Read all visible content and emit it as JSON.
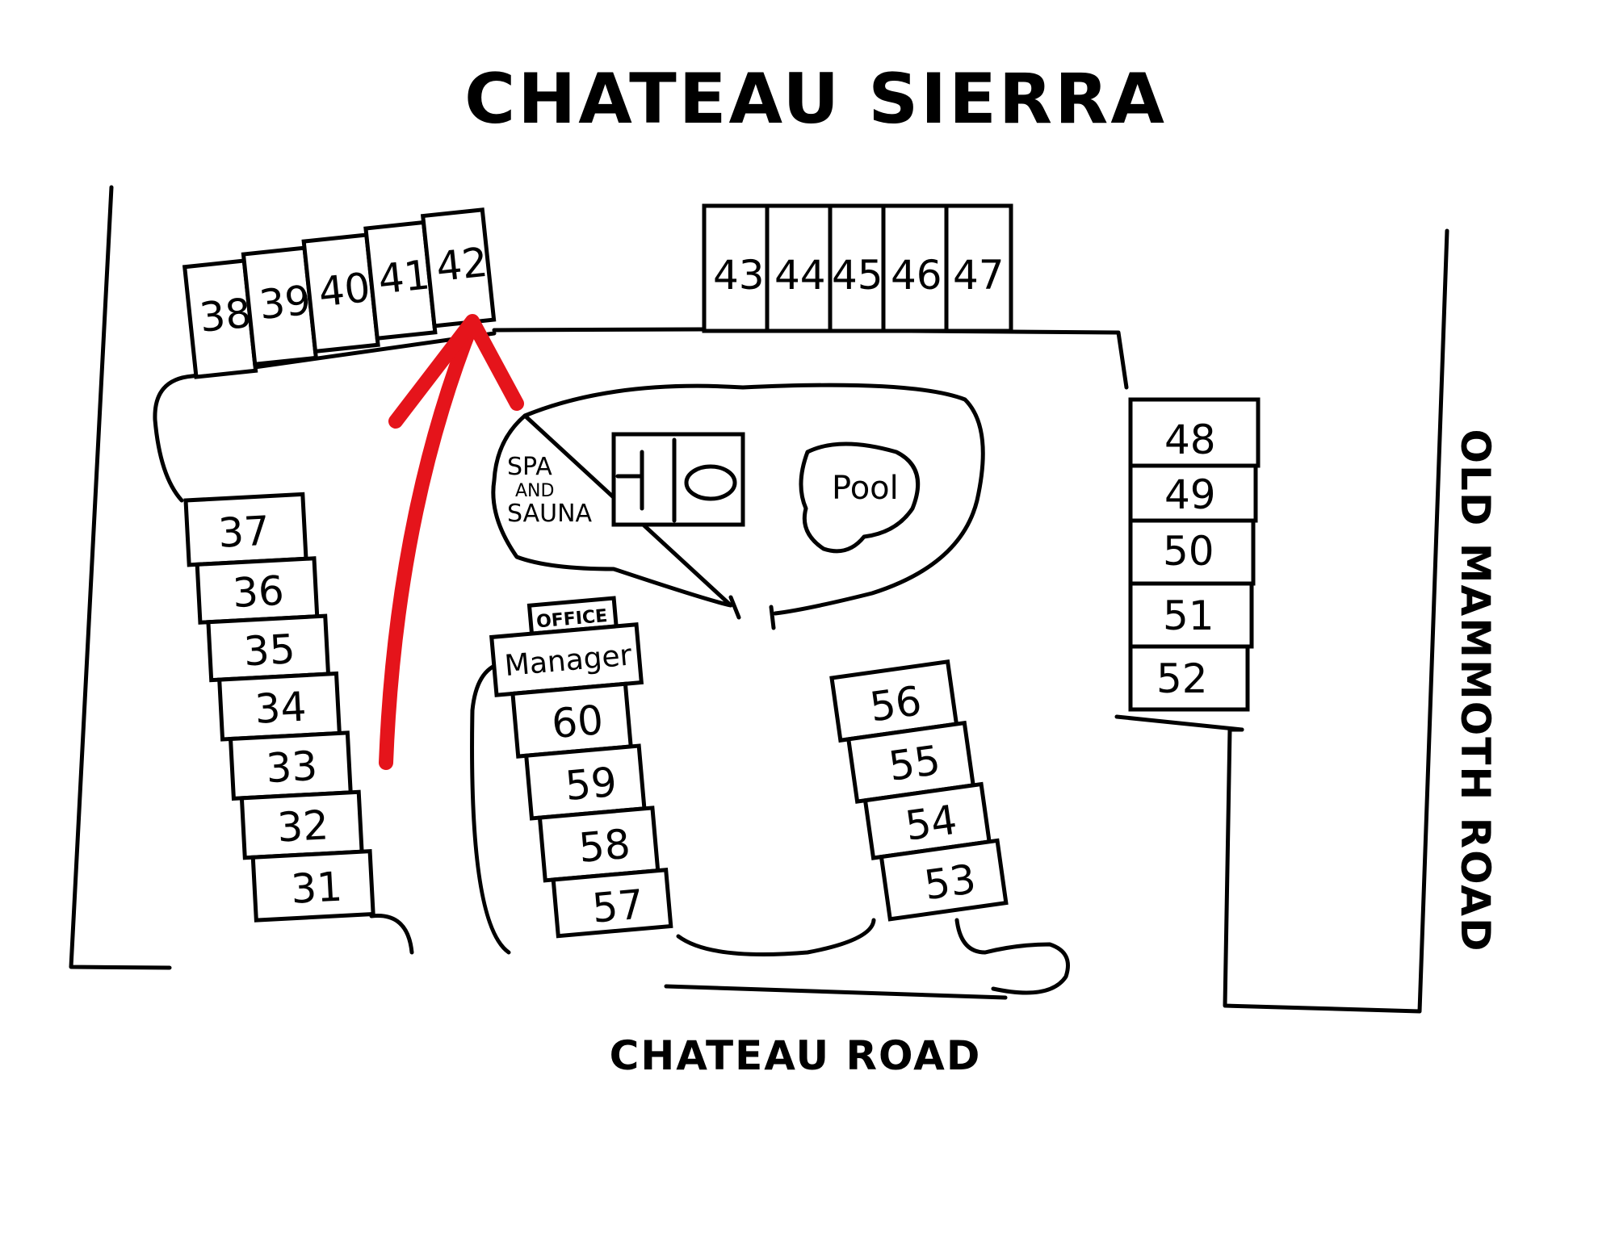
{
  "title": "CHATEAU SIERRA",
  "roads": {
    "bottom": "CHATEAU ROAD",
    "right": "OLD MAMMOTH ROAD"
  },
  "amenities": {
    "spa_line1": "SPA",
    "spa_line2": "AND",
    "spa_line3": "SAUNA",
    "pool": "Pool",
    "office": "OFFICE",
    "manager": "Manager"
  },
  "units": {
    "top_left": [
      "38",
      "39",
      "40",
      "41",
      "42"
    ],
    "top_center": [
      "43",
      "44",
      "45",
      "46",
      "47"
    ],
    "right": [
      "48",
      "49",
      "50",
      "51",
      "52"
    ],
    "left": [
      "37",
      "36",
      "35",
      "34",
      "33",
      "32",
      "31"
    ],
    "center": [
      "60",
      "59",
      "58",
      "57"
    ],
    "center_right": [
      "56",
      "55",
      "54",
      "53"
    ]
  },
  "highlight": {
    "target_unit": "42",
    "arrow_color": "#e5141b"
  }
}
